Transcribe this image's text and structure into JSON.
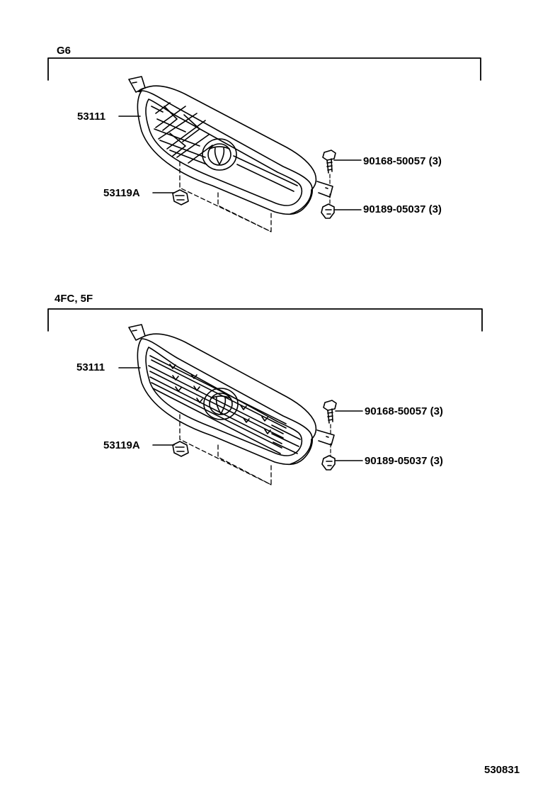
{
  "sections": [
    {
      "id": "g6",
      "title": "G6",
      "labels": {
        "grille": "53111",
        "clip": "53119A",
        "screw": "90168-50057 (3)",
        "nut": "90189-05037 (3)"
      }
    },
    {
      "id": "4fc-5f",
      "title": "4FC, 5F",
      "labels": {
        "grille": "53111",
        "clip": "53119A",
        "screw": "90168-50057 (3)",
        "nut": "90189-05037 (3)"
      }
    }
  ],
  "figure_number": "530831"
}
